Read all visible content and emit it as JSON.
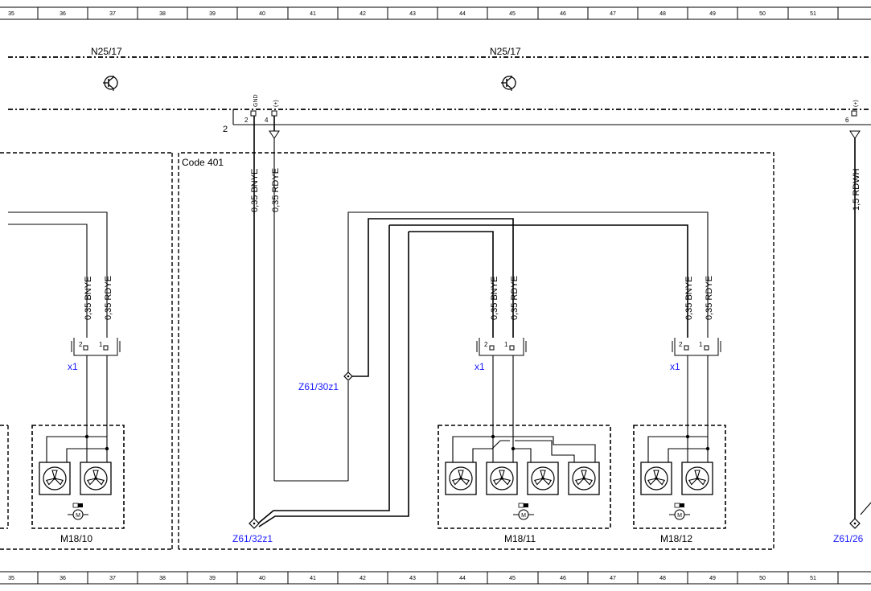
{
  "ruler": {
    "columns": [
      "35",
      "36",
      "37",
      "38",
      "39",
      "40",
      "41",
      "42",
      "43",
      "44",
      "45",
      "46",
      "47",
      "48",
      "49",
      "50",
      "51"
    ]
  },
  "components": {
    "control_unit_left": "N25/17",
    "control_unit_right": "N25/17",
    "code_box": "Code 401",
    "motor_left": "M18/10",
    "motor_mid": "M18/11",
    "motor_right": "M18/12"
  },
  "connectors": {
    "x1_left": "x1",
    "x1_mid": "x1",
    "x1_right": "x1",
    "pin2": "2",
    "pin1": "1"
  },
  "splices": {
    "s_30z1": "Z61/30z1",
    "s_32z1": "Z61/32z1",
    "s_right": "Z61/26"
  },
  "wires": {
    "bnye": "0,35 BNYE",
    "rdye": "0,35 RDYE",
    "rdwh": "1,5 RDWH"
  },
  "pins": {
    "gnd_label": "GND",
    "plus_label": "(+)",
    "pin_gnd": "2",
    "pin_plus": "4",
    "pin_right": "6",
    "bus_label": "2"
  }
}
